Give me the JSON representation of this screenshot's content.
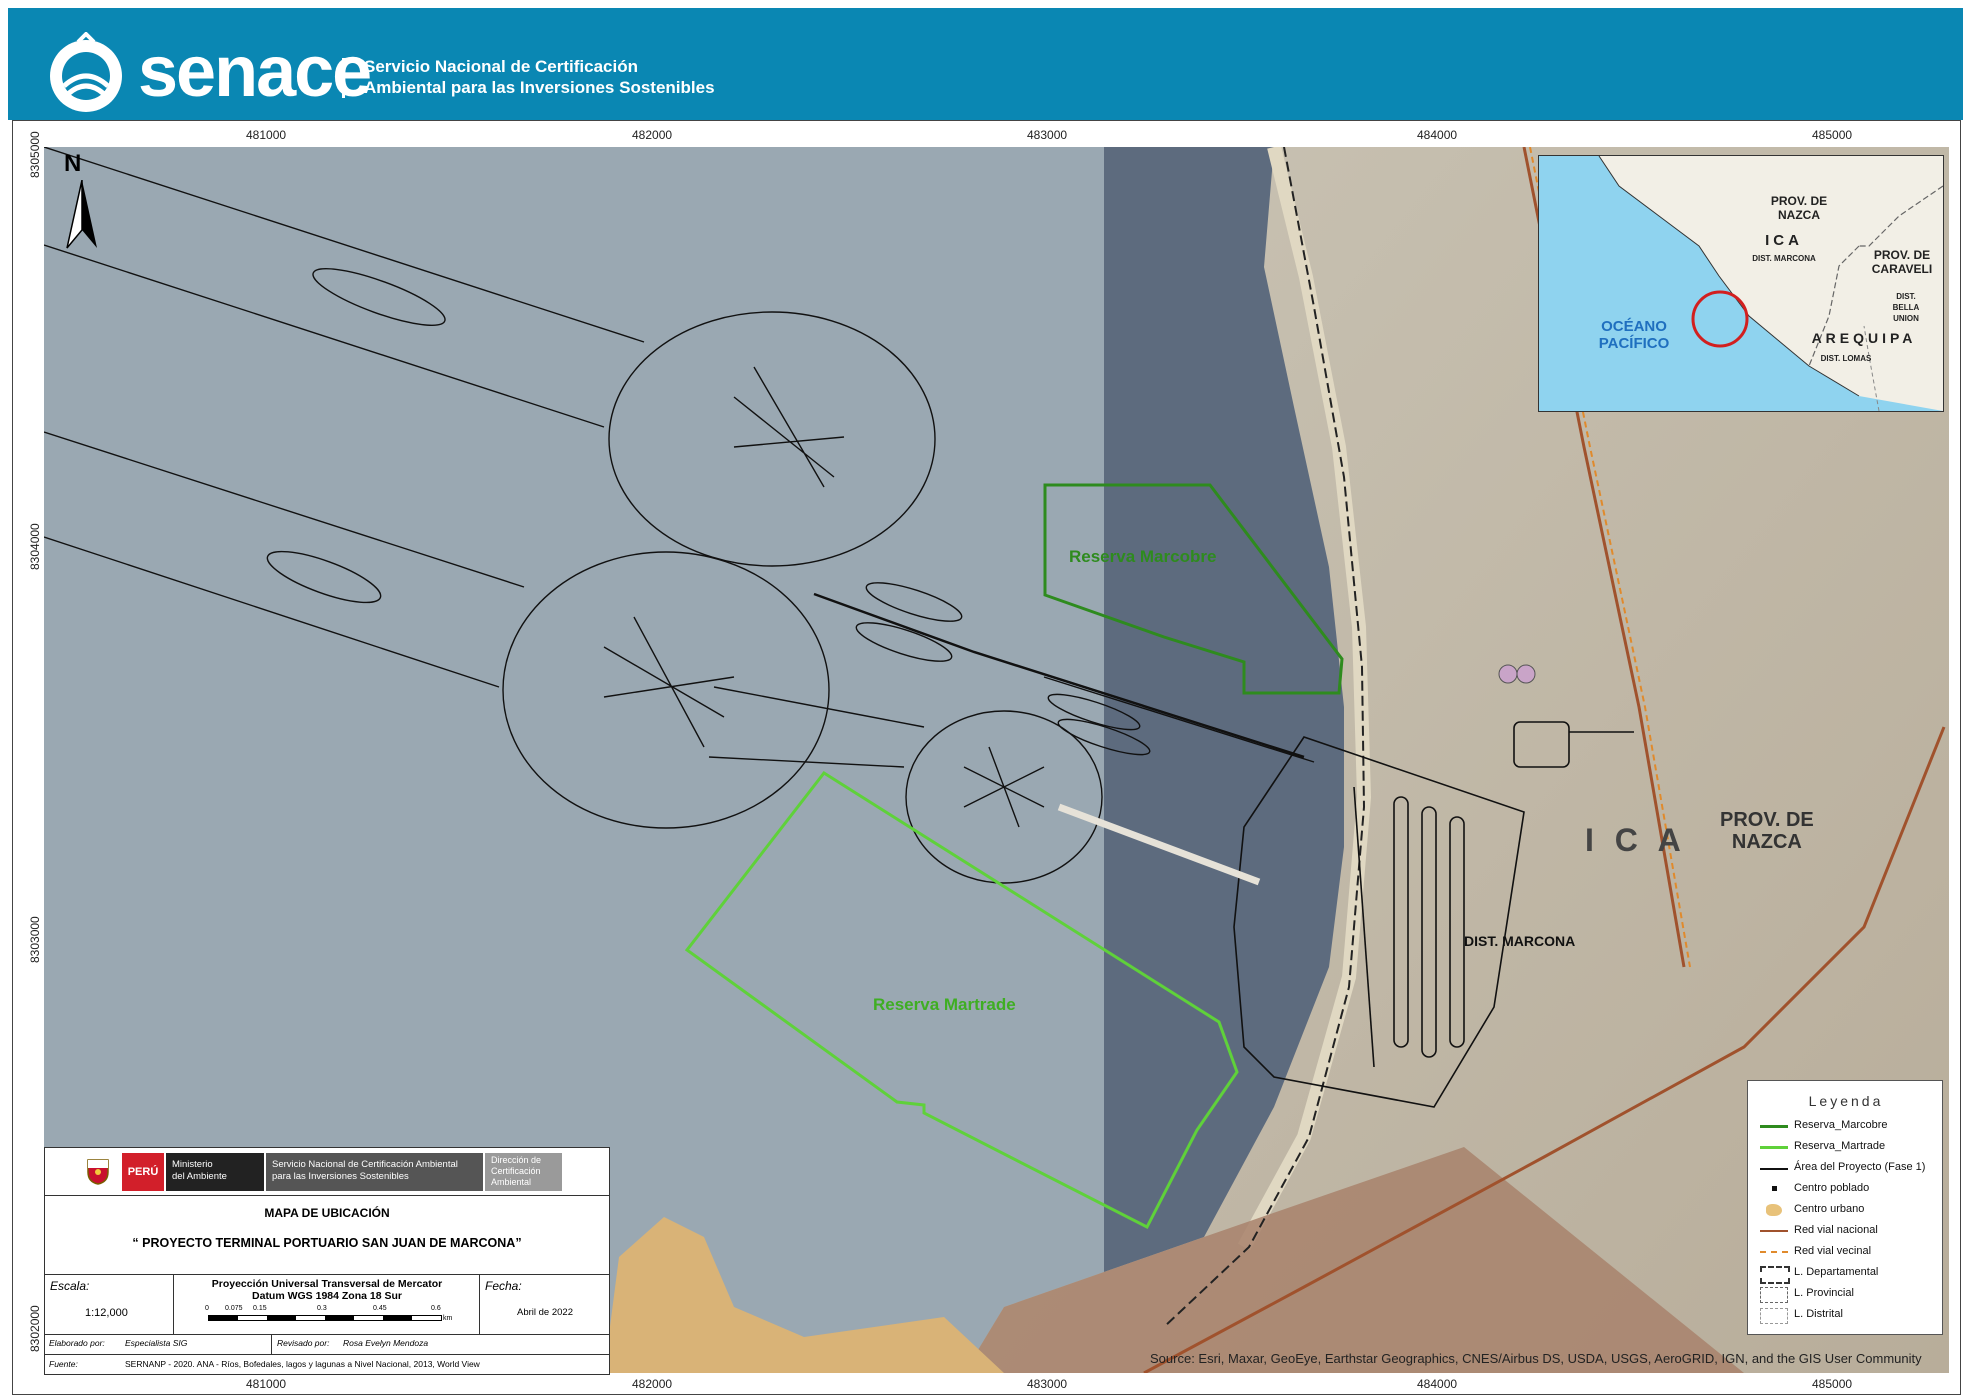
{
  "header": {
    "brand": "senace",
    "subtitle_line1": "Servicio Nacional de Certificación",
    "subtitle_line2": "Ambiental para las Inversiones Sostenibles",
    "bg_color": "#0a87b3"
  },
  "grid": {
    "x_top": [
      "481000",
      "482000",
      "483000",
      "484000",
      "485000"
    ],
    "x_bottom": [
      "481000",
      "482000",
      "483000",
      "484000",
      "485000"
    ],
    "y_left": [
      "8305000",
      "8304000",
      "8303000",
      "8302000"
    ]
  },
  "north_arrow": "N",
  "inset": {
    "labels": {
      "prov_nazca": "PROV. DE\nNAZCA",
      "ica": "ICA",
      "dist_marcona": "DIST. MARCONA",
      "prov_caraveli": "PROV. DE\nCARAVELI",
      "dist_bella_union": "DIST.\nBELLA\nUNION",
      "arequipa": "AREQUIPA",
      "dist_lomas": "DIST. LOMAS",
      "oceano": "OCÉANO\nPACÍFICO"
    }
  },
  "map_labels": {
    "reserva_marcobre": "Reserva Marcobre",
    "reserva_martrade": "Reserva Martrade",
    "ica": "I C A",
    "prov_nazca": "PROV. DE\nNAZCA",
    "dist_marcona": "DIST. MARCONA"
  },
  "legend": {
    "title": "Leyenda",
    "items": [
      {
        "label": "Reserva_Marcobre",
        "color": "#2e8b1e"
      },
      {
        "label": "Reserva_Martrade",
        "color": "#5fd13a"
      },
      {
        "label": "Área del Proyecto (Fase 1)",
        "color": "#111111"
      },
      {
        "label": "Centro poblado",
        "color": "#111111"
      },
      {
        "label": "Centro urbano",
        "color": "#e8c27a"
      },
      {
        "label": "Red vial nacional",
        "color": "#a0522d"
      },
      {
        "label": "Red vial vecinal",
        "color": "#e08a2c"
      },
      {
        "label": "L. Departamental",
        "color": "#333333"
      },
      {
        "label": "L. Provincial",
        "color": "#666666"
      },
      {
        "label": "L. Distrital",
        "color": "#999999"
      }
    ]
  },
  "title_block": {
    "peru": "PERÚ",
    "ministerio": "Ministerio\ndel Ambiente",
    "servicio": "Servicio Nacional de Certificación Ambiental\npara las Inversiones Sostenibles",
    "direccion": "Dirección de\nCertificación\nAmbiental",
    "map_type": "MAPA DE UBICACIÓN",
    "project": "“ PROYECTO TERMINAL PORTUARIO SAN JUAN DE MARCONA”",
    "escala_label": "Escala:",
    "escala_value": "1:12,000",
    "projection": "Proyección Universal Transversal de Mercator\nDatum WGS 1984 Zona 18 Sur",
    "scale_ticks": [
      "0",
      "0.075",
      "0.15",
      "0.3",
      "0.45",
      "0.6"
    ],
    "scale_unit": "km",
    "fecha_label": "Fecha:",
    "fecha_value": "Abril de 2022",
    "elaborado_label": "Elaborado por:",
    "elaborado_value": "Especialista SIG",
    "revisado_label": "Revisado por:",
    "revisado_value": "Rosa Evelyn Mendoza",
    "fuente_label": "Fuente:",
    "fuente_value": "SERNANP - 2020. ANA - Ríos, Bofedales, lagos y lagunas a Nivel Nacional, 2013, World View"
  },
  "attribution": "Source: Esri, Maxar, GeoEye, Earthstar Geographics, CNES/Airbus DS, USDA, USGS, AeroGRID, IGN, and the GIS User Community"
}
